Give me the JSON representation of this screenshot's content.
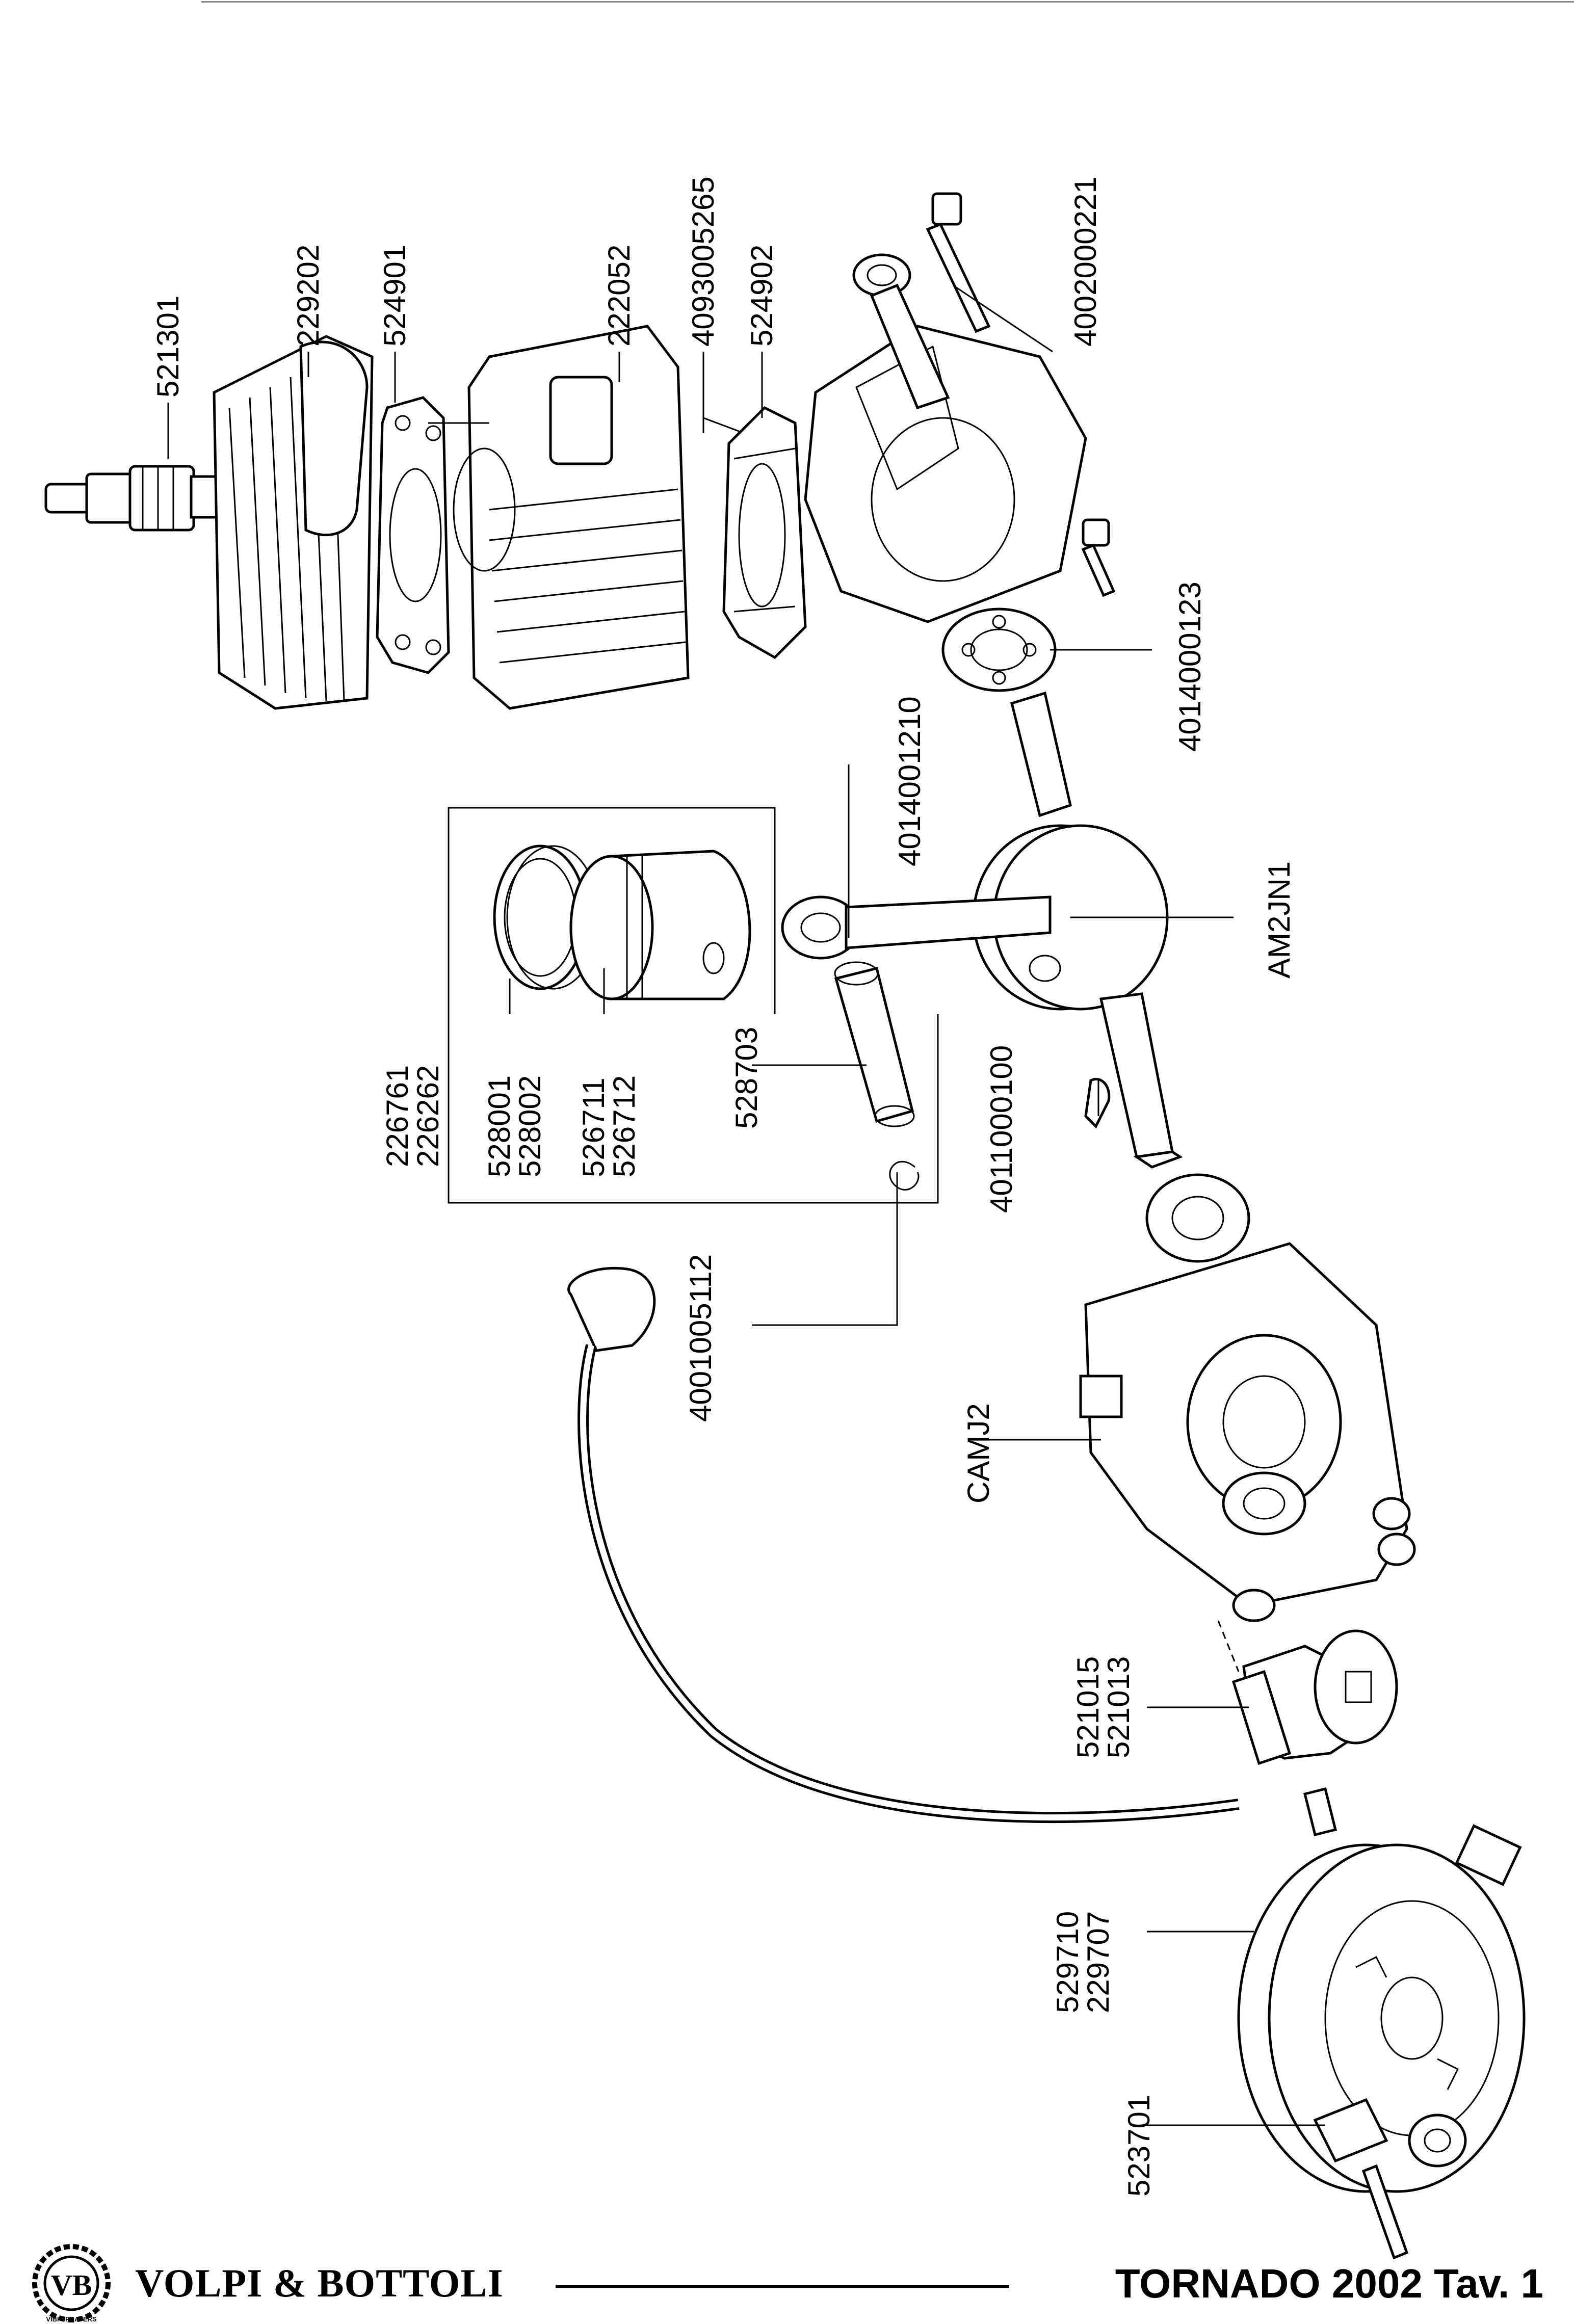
{
  "brand": {
    "name": "VOLPI & BOTTOLI",
    "logo_initials": "VB",
    "logo_ring_text": "VIBI SPRAYERS"
  },
  "model": "TORNADO 2002 Tav. 1",
  "labels": [
    {
      "id": "spark-plug",
      "text": "521301"
    },
    {
      "id": "head-cover",
      "text": "229202"
    },
    {
      "id": "head-gasket",
      "text": "524901"
    },
    {
      "id": "cylinder",
      "text": "222052"
    },
    {
      "id": "stud",
      "text": "4093005265"
    },
    {
      "id": "base-gasket",
      "text": "524902"
    },
    {
      "id": "screw-long",
      "text": "4002000221"
    },
    {
      "id": "bearing-upper",
      "text": "4014000123"
    },
    {
      "id": "needle-bearing",
      "text": "4014001210"
    },
    {
      "id": "crankshaft",
      "text": "AM2JN1"
    },
    {
      "id": "key",
      "text": "4011000100"
    },
    {
      "id": "piston-kit-a",
      "text": "226761"
    },
    {
      "id": "piston-kit-b",
      "text": "226262"
    },
    {
      "id": "ring-a",
      "text": "528001"
    },
    {
      "id": "ring-b",
      "text": "528002"
    },
    {
      "id": "piston-a",
      "text": "526711"
    },
    {
      "id": "piston-b",
      "text": "526712"
    },
    {
      "id": "piston-pin",
      "text": "528703"
    },
    {
      "id": "circlip",
      "text": "4001005112"
    },
    {
      "id": "crankcase",
      "text": "CAMJ2"
    },
    {
      "id": "ignition-a",
      "text": "521015"
    },
    {
      "id": "ignition-b",
      "text": "521013"
    },
    {
      "id": "flywheel-a",
      "text": "529710"
    },
    {
      "id": "flywheel-b",
      "text": "229707"
    },
    {
      "id": "nut",
      "text": "523701"
    }
  ]
}
